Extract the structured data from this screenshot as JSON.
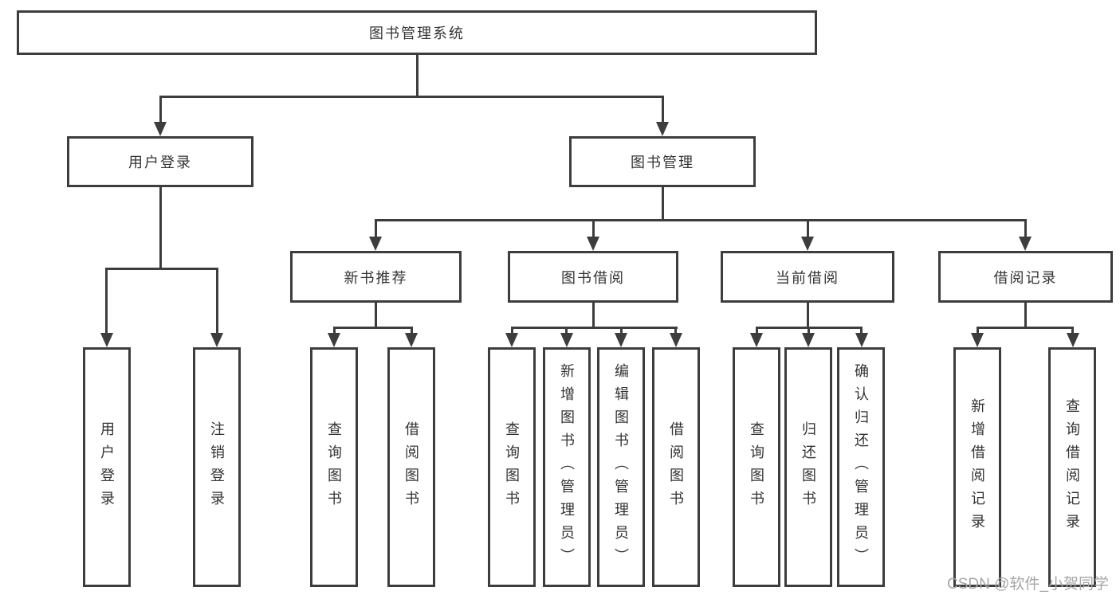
{
  "diagram": {
    "root": {
      "label": "图书管理系统"
    },
    "level2": [
      {
        "id": "user-login",
        "label": "用户登录",
        "children": [
          {
            "label": "用户登录"
          },
          {
            "label": "注销登录"
          }
        ]
      },
      {
        "id": "book-management",
        "label": "图书管理",
        "children": [
          {
            "id": "new-book-recommendation",
            "label": "新书推荐",
            "children": [
              {
                "label": "查询图书"
              },
              {
                "label": "借阅图书"
              }
            ]
          },
          {
            "id": "book-borrowing",
            "label": "图书借阅",
            "children": [
              {
                "label": "查询图书"
              },
              {
                "label": "新增图书（管理员）"
              },
              {
                "label": "编辑图书（管理员）"
              },
              {
                "label": "借阅图书"
              }
            ]
          },
          {
            "id": "current-borrowing",
            "label": "当前借阅",
            "children": [
              {
                "label": "查询图书"
              },
              {
                "label": "归还图书"
              },
              {
                "label": "确认归还（管理员）"
              }
            ]
          },
          {
            "id": "borrowing-records",
            "label": "借阅记录",
            "children": [
              {
                "label": "新增借阅记录"
              },
              {
                "label": "查询借阅记录"
              }
            ]
          }
        ]
      }
    ]
  },
  "watermark": {
    "text": "CSDN @软件_小贺同学"
  },
  "colors": {
    "line": "#3d3d3d",
    "box_border": "#3d3d3d",
    "text": "#333333",
    "watermark": "#a6a6a6",
    "background": "#ffffff"
  }
}
